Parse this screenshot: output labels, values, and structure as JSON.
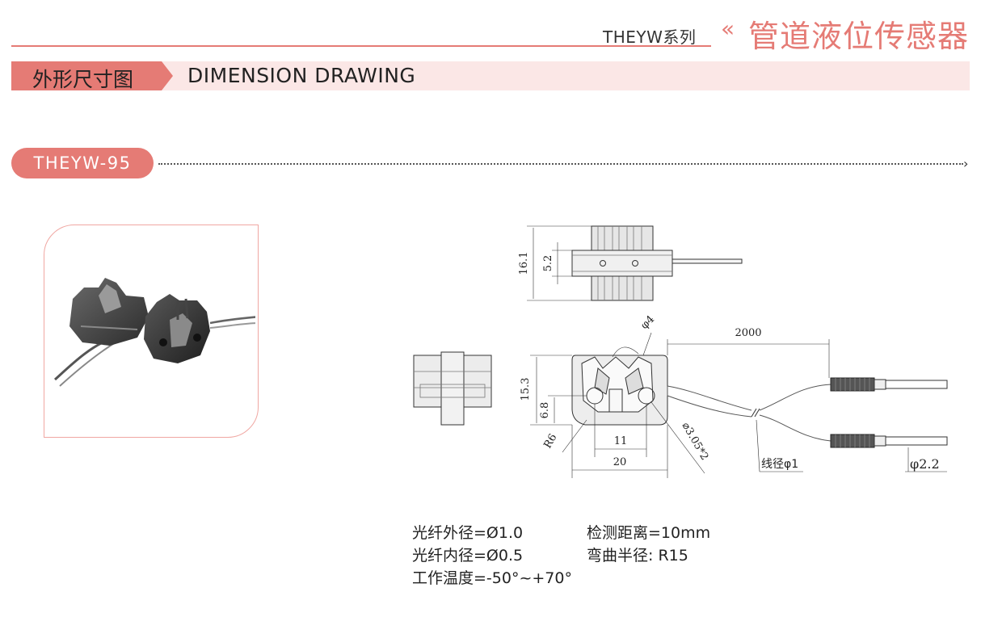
{
  "header": {
    "series_label": "THEYW系列",
    "chevron": "«",
    "category_title": "管道液位传感器",
    "accent_color": "#e57b75",
    "band_color": "#fbe7e6"
  },
  "section": {
    "tag_cn": "外形尺寸图",
    "tag_en": "DIMENSION DRAWING"
  },
  "model": {
    "name": "THEYW-95"
  },
  "drawing": {
    "top_view": {
      "dim_overall": "16.1",
      "dim_inner": "5.2"
    },
    "front_view": {
      "dim_phi_4": "φ4",
      "dim_cable_length": "2000",
      "dim_height": "15.3",
      "dim_hole_height": "6.8",
      "dim_radius": "R6",
      "dim_hole_spacing": "11",
      "dim_width": "20",
      "dim_hole_dia": "⌀3.05*2",
      "wire_dia_label": "线径φ1",
      "connector_dia_label": "φ2.2"
    }
  },
  "specs": [
    {
      "id": "fiber-outer",
      "text": "光纤外径=Ø1.0"
    },
    {
      "id": "fiber-inner",
      "text": "光纤内径=Ø0.5"
    },
    {
      "id": "temperature",
      "text": "工作温度=-50°~+70°"
    },
    {
      "id": "detect-distance",
      "text": "检测距离=10mm"
    },
    {
      "id": "bend-radius",
      "text": "弯曲半径:  R15"
    }
  ]
}
